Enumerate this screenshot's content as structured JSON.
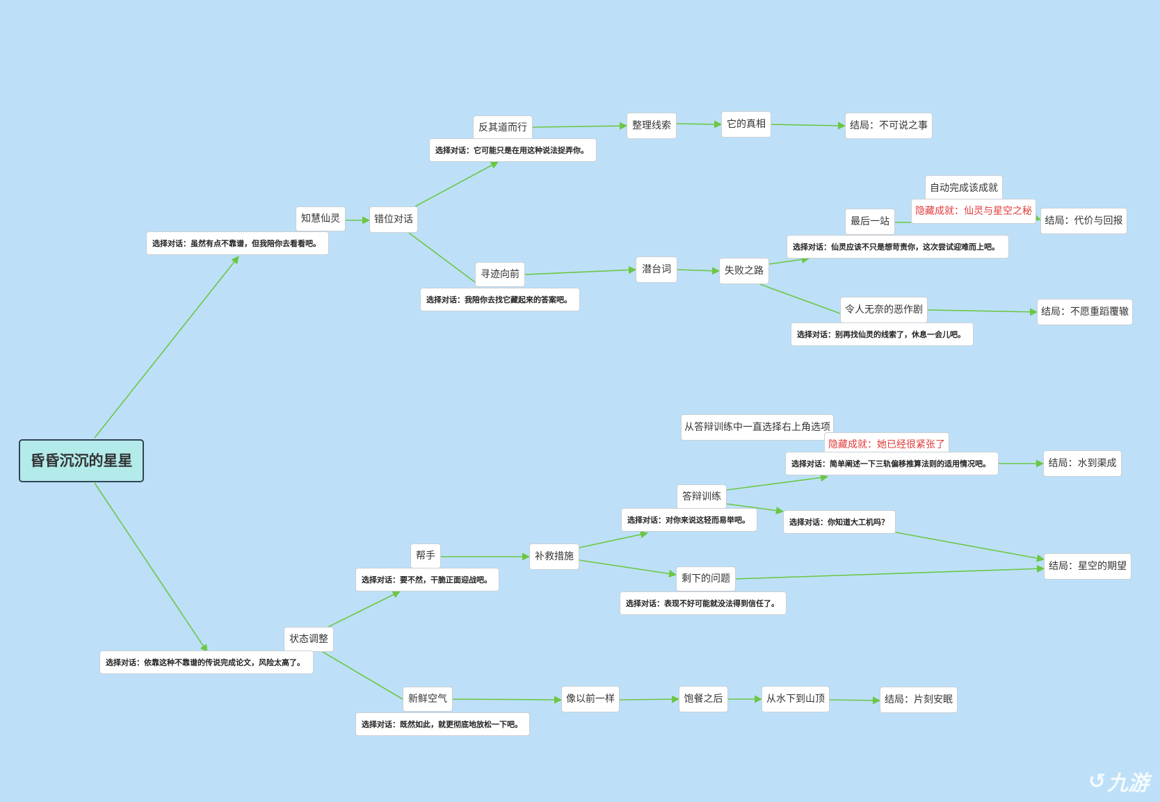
{
  "diagram": {
    "root": "昏昏沉沉的星星",
    "nodes": {
      "n_zhihui": "知慧仙灵",
      "l_zhihui": "选择对话：虽然有点不靠谱，但我陪你去看看吧。",
      "n_cuowei": "错位对话",
      "n_fanqi": "反其道而行",
      "l_fanqi": "选择对话：它可能只是在用这种说法捉弄你。",
      "n_zhengli": "整理线索",
      "n_zhenxiang": "它的真相",
      "e_bukeshuo": "结局：不可说之事",
      "n_xunji": "寻迹向前",
      "l_xunji": "选择对话：我陪你去找它藏起来的答案吧。",
      "n_qiantai": "潜台词",
      "n_shibai": "失败之路",
      "n_zuihou": "最后一站",
      "l_zuihou": "选择对话：仙灵应该不只是想苛责你，这次尝试迎难而上吧。",
      "n_auto1": "自动完成该成就",
      "n_hidden1": "隐藏成就：仙灵与星空之秘",
      "e_daijia": "结局：代价与回报",
      "n_eizuoju": "令人无奈的恶作剧",
      "l_eizuoju": "选择对话：别再找仙灵的线索了，休息一会儿吧。",
      "e_buyuan": "结局：不愿重蹈覆辙",
      "n_zhuangtai": "状态调整",
      "l_zhuangtai": "选择对话：依靠这种不靠谱的传说完成论文，风险太高了。",
      "n_bangshou": "帮手",
      "l_bangshou": "选择对话：要不然，干脆正面迎战吧。",
      "n_bujiu": "补救措施",
      "n_dabian": "答辩训练",
      "l_dabian": "选择对话：对你来说这轻而易举吧。",
      "n_congdabian": "从答辩训练中一直选择右上角选项",
      "n_hidden2": "隐藏成就：她已经很紧张了",
      "l_jianshu": "选择对话：简单阐述一下三轨偏移推算法则的适用情况吧。",
      "e_shuidao": "结局：水到渠成",
      "l_dagongji": "选择对话：你知道大工机吗？",
      "e_qiwang": "结局：星空的期望",
      "n_shengxia": "剩下的问题",
      "l_shengxia": "选择对话：表现不好可能就没法得到信任了。",
      "n_xinxian": "新鲜空气",
      "l_xinxian": "选择对话：既然如此，就更彻底地放松一下吧。",
      "n_xiangyiqian": "像以前一样",
      "n_baocan": "饱餐之后",
      "n_shandong": "从水下到山顶",
      "e_pianke": "结局：片刻安眠"
    }
  },
  "colors": {
    "background": "#bde0f8",
    "edge": "#6cc644",
    "hidden_text": "#e03a3a",
    "root_fill": "#b3eaea"
  },
  "watermark": "九游"
}
